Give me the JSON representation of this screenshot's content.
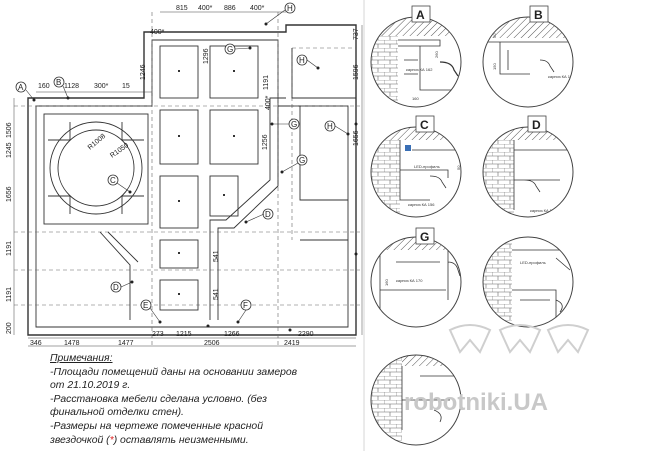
{
  "plan": {
    "dims_top": [
      "815",
      "400*",
      "886",
      "400*"
    ],
    "dim_top_left": "400*",
    "dims_left_top": [
      "160",
      "1128",
      "300*",
      "15"
    ],
    "dims_right_top": [
      "737",
      "1596"
    ],
    "dims_right_mid": [
      "1656"
    ],
    "dims_left": [
      "1506",
      "1245",
      "1656",
      "1191",
      "1191",
      "200"
    ],
    "dims_bottom_row1": [
      "273",
      "1215",
      "1266",
      "2290"
    ],
    "dims_bottom_row2": [
      "346",
      "1478",
      "1477",
      "2506",
      "2419"
    ],
    "dims_inner": [
      "1296",
      "1256",
      "541",
      "541",
      "400*",
      "1246",
      "1191"
    ],
    "circle_labels": [
      "R1008",
      "R1050"
    ],
    "callouts": [
      "A",
      "B",
      "C",
      "D",
      "E",
      "F",
      "G",
      "G",
      "G",
      "H",
      "H",
      "H",
      "D"
    ]
  },
  "notes": {
    "title": "Примечания:",
    "lines": [
      "-Площади помещений даны на основании замеров",
      "от 21.10.2019 г.",
      "-Расстановка мебели сделана условно. (без",
      "финальной отделки стен).",
      "-Размеры на чертеже помеченные красной"
    ],
    "last_line_before": "звездочкой (",
    "star": "*",
    "last_line_after": ") оставлять неизменными."
  },
  "details": [
    {
      "letter": "A",
      "labels": [
        "160",
        "160",
        "260",
        "карниз КА 162"
      ]
    },
    {
      "letter": "B",
      "labels": [
        "150",
        "50",
        "карниз КА 171"
      ]
    },
    {
      "letter": "C",
      "labels": [
        "LED-профиль",
        "50",
        "карниз КА 156"
      ]
    },
    {
      "letter": "D",
      "labels": [
        "карниз КА 156"
      ]
    },
    {
      "letter": "G",
      "labels": [
        "160",
        "карниз КА 170"
      ]
    },
    {
      "letter": "",
      "labels": [
        "LED-профиль"
      ]
    },
    {
      "letter": "",
      "labels": []
    }
  ],
  "watermark": "robotniki.UA",
  "colors": {
    "line": "#333333",
    "hatch": "#555555",
    "dashed": "#666666",
    "star": "#dd2222",
    "watermark": "#c8c8c8"
  }
}
